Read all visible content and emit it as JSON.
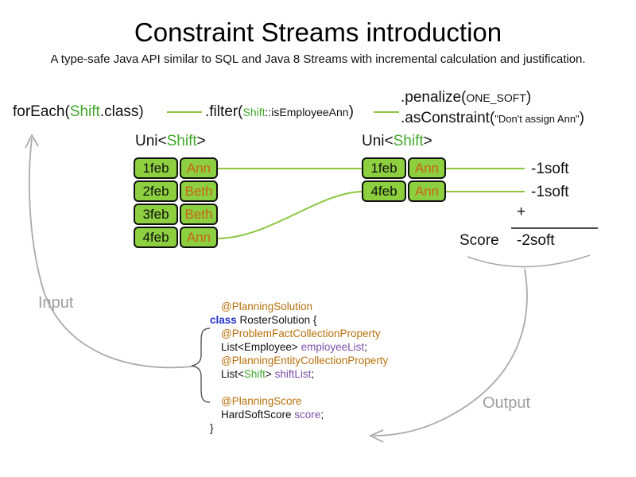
{
  "title": "Constraint Streams introduction",
  "subtitle": "A type-safe Java API similar to SQL and Java 8 Streams with incremental calculation and justification.",
  "flow": {
    "foreach_pre": "forEach(",
    "foreach_class": "Shift",
    "foreach_post": ".class)",
    "filter_pre": ".filter(",
    "filter_arg_class": "Shift",
    "filter_arg_rest": "::isEmployeeAnn",
    "filter_post": ")",
    "penalize_pre": ".penalize(",
    "penalize_arg": "ONE_SOFT",
    "penalize_post": ")",
    "asconstraint_pre": ".asConstraint(",
    "asconstraint_arg": "\"Don't assign Ann\"",
    "asconstraint_post": ")"
  },
  "left_table": {
    "label_pre": "Uni<",
    "label_class": "Shift",
    "label_post": ">",
    "rows": [
      {
        "date": "1feb",
        "name": "Ann"
      },
      {
        "date": "2feb",
        "name": "Beth"
      },
      {
        "date": "3feb",
        "name": "Beth"
      },
      {
        "date": "4feb",
        "name": "Ann"
      }
    ]
  },
  "right_table": {
    "label_pre": "Uni<",
    "label_class": "Shift",
    "label_post": ">",
    "rows": [
      {
        "date": "1feb",
        "name": "Ann",
        "score": "-1soft"
      },
      {
        "date": "4feb",
        "name": "Ann",
        "score": "-1soft"
      }
    ]
  },
  "score_summary": {
    "plus": "+",
    "label": "Score",
    "total": "-2soft"
  },
  "labels": {
    "input": "Input",
    "output": "Output"
  },
  "code": {
    "ann_solution": "@PlanningSolution",
    "kw_class": "class",
    "class_rest": " RosterSolution {",
    "ann_problemfact": "@ProblemFactCollectionProperty",
    "employee_type": "List<Employee> ",
    "employee_field": "employeeList",
    "semi1": ";",
    "ann_planningentity": "@PlanningEntityCollectionProperty",
    "shift_type_pre": "List<",
    "shift_class": "Shift",
    "shift_type_post": "> ",
    "shift_field": "shiftList",
    "semi2": ";",
    "ann_score": "@PlanningScore",
    "score_type": "HardSoftScore ",
    "score_field": "score",
    "semi3": ";",
    "closing_brace": "}"
  },
  "colors": {
    "accent_green": "#43a82b",
    "box_green": "#8dd03f",
    "line_green": "#8cc63f",
    "name_orange": "#c9621a",
    "annotation_orange": "#b8700a",
    "keyword_blue": "#2233cc",
    "field_purple": "#7b50a8",
    "muted_gray": "#9e9e9e"
  }
}
